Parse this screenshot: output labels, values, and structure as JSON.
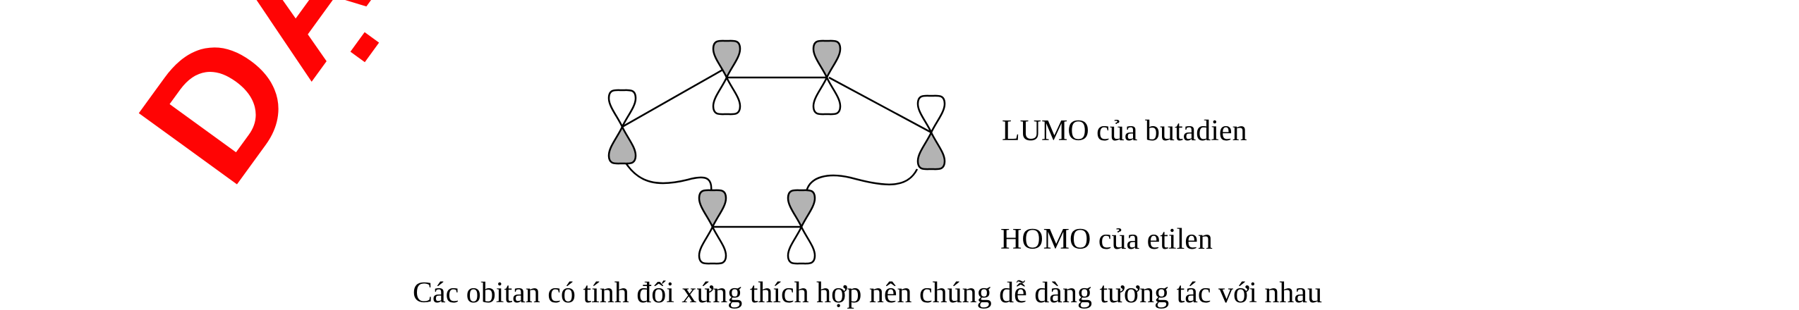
{
  "labels": {
    "lumo": "LUMO của butadien",
    "homo": "HOMO của etilen"
  },
  "partial_text": "Các obitan có tính đối xứng thích hợp nên chúng dễ dàng tương tác với nhau",
  "watermark": {
    "text": "DẠY KÈM",
    "color": "#ff0000"
  },
  "colors": {
    "shaded_lobe": "#b3b3b3",
    "line": "#000000"
  },
  "butadiene_orbitals": [
    {
      "name": "c1",
      "shaded_lobe": "bottom"
    },
    {
      "name": "c2",
      "shaded_lobe": "top"
    },
    {
      "name": "c3",
      "shaded_lobe": "top"
    },
    {
      "name": "c4",
      "shaded_lobe": "bottom"
    }
  ],
  "ethylene_orbitals": [
    {
      "name": "e1",
      "shaded_lobe": "top"
    },
    {
      "name": "e2",
      "shaded_lobe": "top"
    }
  ]
}
